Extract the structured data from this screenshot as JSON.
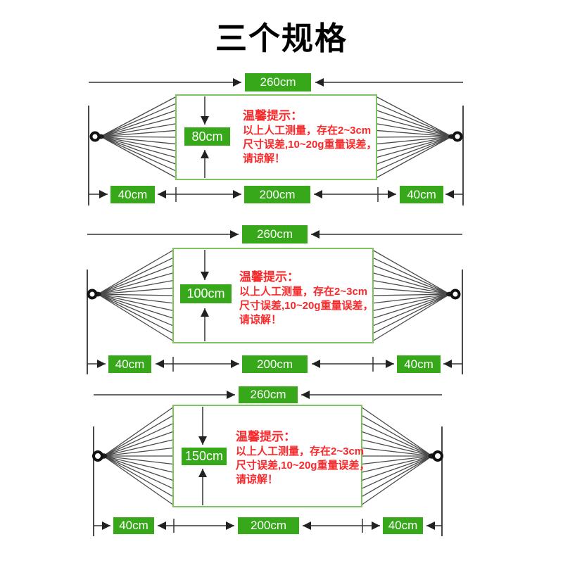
{
  "title": "三个规格",
  "colors": {
    "badge_green": "#36a81a",
    "hammock_border_green": "#7cc45e",
    "warning_red": "#f8292b",
    "line_color": "#333333"
  },
  "warning": {
    "heading": "温馨提示：",
    "lines": [
      "以上人工测量，存在2~3cm",
      "尺寸误差,10~20g重量误差，",
      "请谅解！"
    ]
  },
  "sections": [
    {
      "name": "height-80cm",
      "overall_width": "260cm",
      "net_height": "80cm",
      "left_rope": "40cm",
      "bed_length": "200cm",
      "right_rope": "40cm"
    },
    {
      "name": "height-100cm",
      "overall_width": "260cm",
      "net_height": "100cm",
      "left_rope": "40cm",
      "bed_length": "200cm",
      "right_rope": "40cm"
    },
    {
      "name": "height-150cm",
      "overall_width": "260cm",
      "net_height": "150cm",
      "left_rope": "40cm",
      "bed_length": "200cm",
      "right_rope": "40cm"
    }
  ]
}
